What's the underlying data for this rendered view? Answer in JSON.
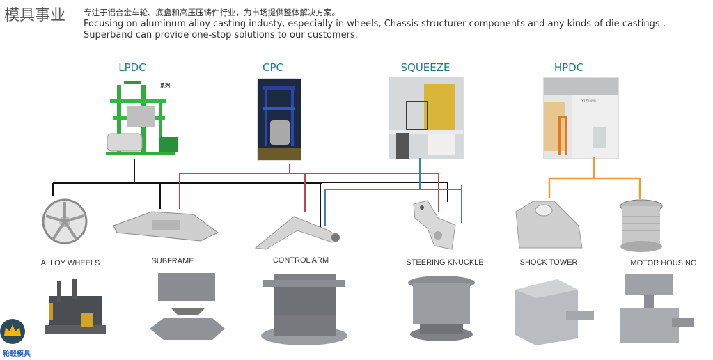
{
  "header": {
    "title": "模具事业",
    "description_cn": "专注于铝合金车轮、底盘和高压压铸件行业，为市场提供整体解决方案。",
    "description_en": "Focusing on aluminum alloy casting industy, especially in wheels, Chassis structurer components and  any kinds of die castings , Superband can provide one-stop solutions to our customers."
  },
  "processes": [
    {
      "label": "LPDC",
      "image": "lpdc-machine-photo",
      "line_color": "#111111",
      "badge": "系列"
    },
    {
      "label": "CPC",
      "image": "cpc-machine-photo",
      "line_color": "#c0474a"
    },
    {
      "label": "SQUEEZE",
      "image": "squeeze-machine-photo",
      "line_color": "#3f7fc0"
    },
    {
      "label": "HPDC",
      "image": "hpdc-machine-photo",
      "line_color": "#ee9a3a",
      "machine_text": "YIZUMI"
    }
  ],
  "products": [
    {
      "label": "ALLOY WHEELS"
    },
    {
      "label": "SUBFRAME"
    },
    {
      "label": "CONTROL ARM"
    },
    {
      "label": "STEERING KNUCKLE"
    },
    {
      "label": "SHOCK TOWER"
    },
    {
      "label": "MOTOR HOUSING"
    }
  ],
  "logo": {
    "text": "轮毂模具",
    "icon": "crown-icon"
  },
  "colors": {
    "title": "#555555",
    "process_label": "#1e7b8a",
    "lpdc": "#111111",
    "cpc": "#c0474a",
    "squeeze": "#3f7fc0",
    "hpdc": "#ee9a3a"
  }
}
